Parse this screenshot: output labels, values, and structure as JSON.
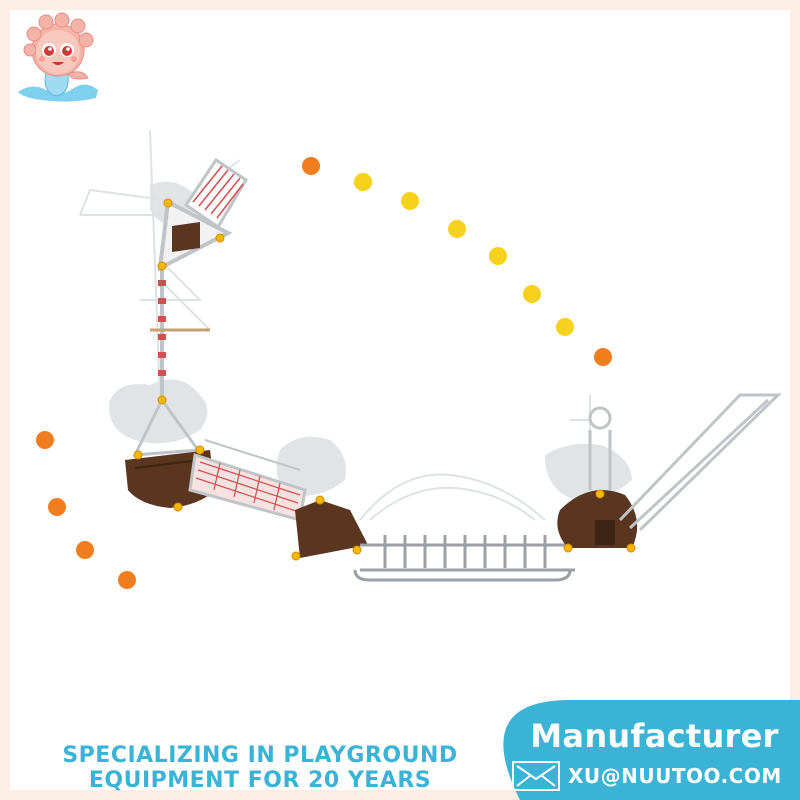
{
  "banner": {
    "headline_line1": "SPECIALIZING IN PLAYGROUND",
    "headline_line2": "EQUIPMENT FOR 20 YEARS",
    "manufacturer_label": "Manufacturer",
    "email": "XU@NUUTOO.COM"
  },
  "colors": {
    "page_border": "#fbeee4",
    "banner_blue": "#3ab3d5",
    "headline_blue": "#39b3d6",
    "deck_brown": "#5a3520",
    "frame_silver": "#bfc4c8",
    "climbing_hold_orange": "#f07d1e",
    "climbing_hold_yellow": "#f7d21c",
    "connector_yellow": "#f5b800",
    "net_red": "#d05050"
  },
  "icons": {
    "logo": "mascot-logo-icon",
    "mail": "mail-icon"
  }
}
